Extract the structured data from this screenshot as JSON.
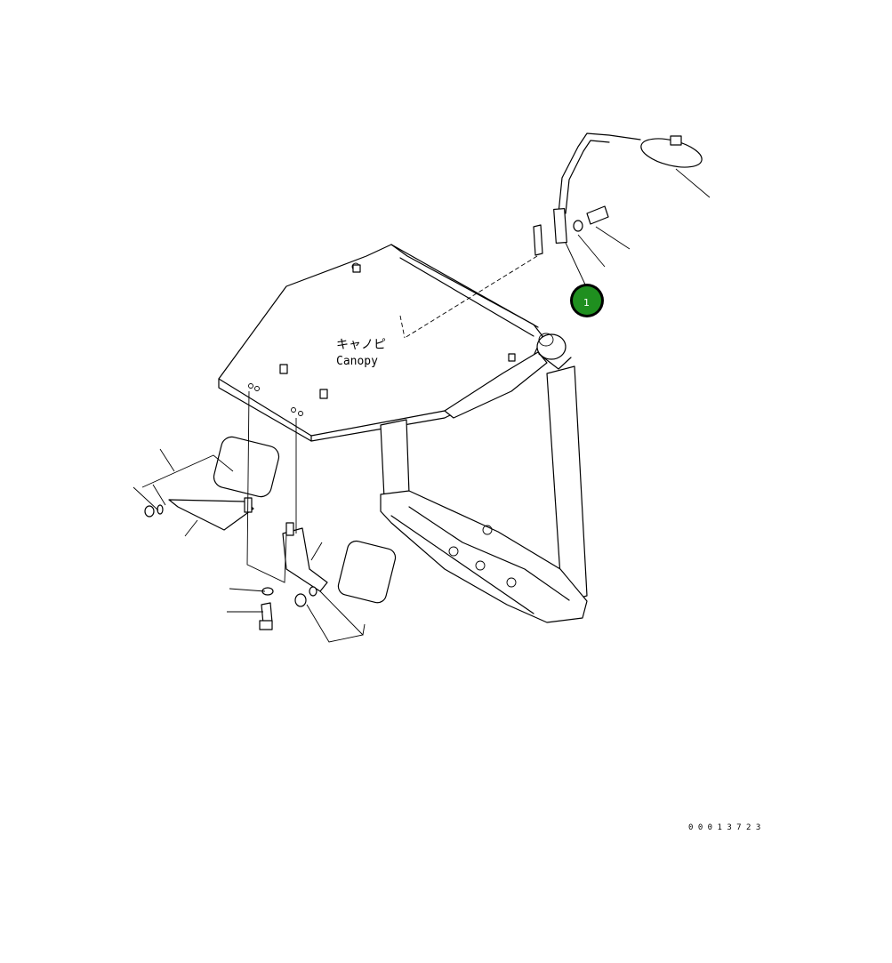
{
  "diagram": {
    "label_jp": "キャノピ",
    "label_en": "Canopy",
    "callout_number": "1",
    "drawing_number": "0 0 0 1 3 7 2 3",
    "colors": {
      "callout_fill": "#1f8f1f",
      "line": "#000000",
      "background": "#ffffff"
    }
  }
}
